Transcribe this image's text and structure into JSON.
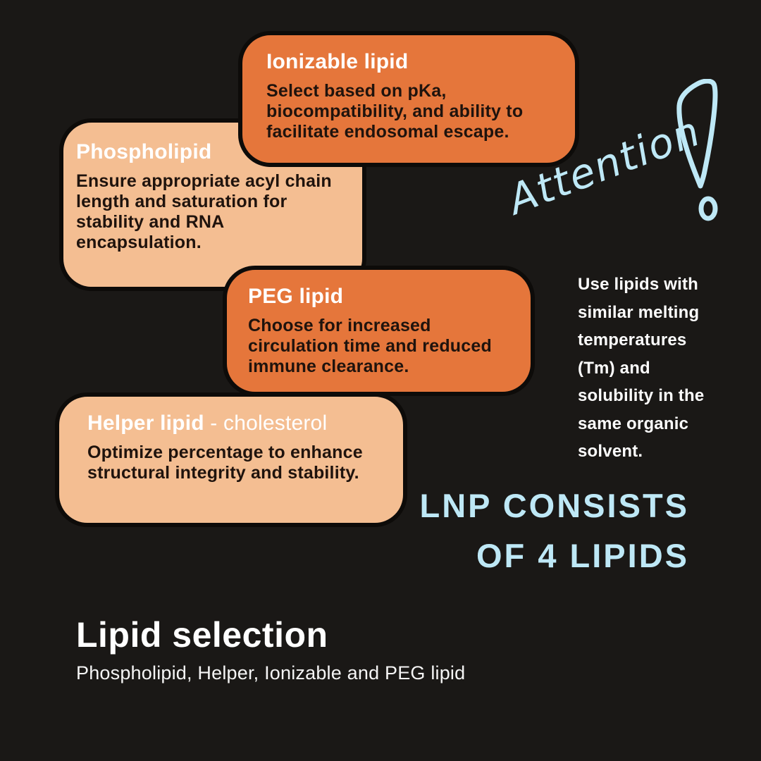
{
  "palette": {
    "bg": "#1A1816",
    "orange": "#E5763B",
    "peach": "#F4BE92",
    "blue": "#BEE8F6",
    "ink": "#1F130D"
  },
  "cards": [
    {
      "id": "ionizable",
      "title": "Ionizable lipid",
      "body": "Select based on pKa, biocompatibility, and ability to facilitate endosomal escape.",
      "variant": "orange"
    },
    {
      "id": "phospholipid",
      "title": "Phospholipid",
      "body": "Ensure appropriate acyl chain length and saturation for stability and RNA encapsulation.",
      "variant": "peach"
    },
    {
      "id": "peg",
      "title": "PEG lipid",
      "body": "Choose for increased circulation time and reduced immune clearance.",
      "variant": "orange"
    },
    {
      "id": "helper",
      "title": "Helper lipid",
      "title_suffix": " - cholesterol",
      "body": "Optimize percentage to enhance structural integrity and stability.",
      "variant": "peach"
    }
  ],
  "attention": {
    "text": "Attention",
    "mark_icon": "exclamation-mark-icon"
  },
  "note": {
    "text": "Use lipids with similar melting temperatures (Tm) and solubility in the same organic solvent."
  },
  "headline": {
    "line1": "LNP CONSISTS",
    "line2": "OF 4 LIPIDS"
  },
  "footer": {
    "title": "Lipid selection",
    "subtitle": "Phospholipid, Helper, Ionizable and PEG lipid"
  }
}
